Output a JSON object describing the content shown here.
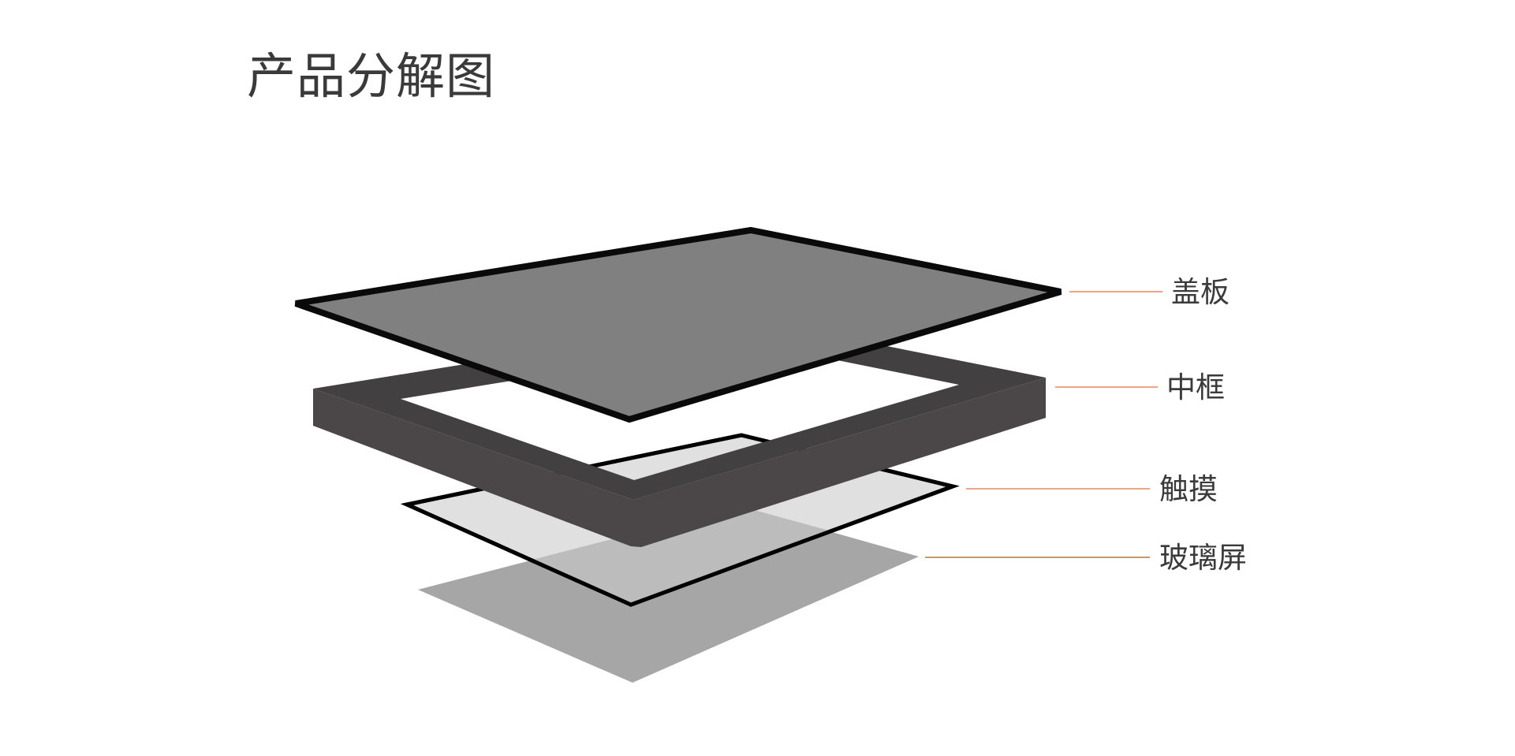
{
  "title": "产品分解图",
  "labels": {
    "cover": "盖板",
    "frame": "中框",
    "touch": "触摸",
    "glass": "玻璃屏"
  },
  "colors": {
    "title_text": "#3a3a3a",
    "label_text": "#3a3a3a",
    "leader_line": "#e8875f",
    "leader_line_glass": "#b07a3c",
    "cover_fill": "#808080",
    "cover_stroke": "#0a0a0a",
    "frame_top": "#424040",
    "frame_side": "#4b4748",
    "touch_fill": "#e0e0e0",
    "touch_stroke": "#000000",
    "glass_fill": "#a6a6a6",
    "glass_overlap": "#bcbcbc"
  }
}
